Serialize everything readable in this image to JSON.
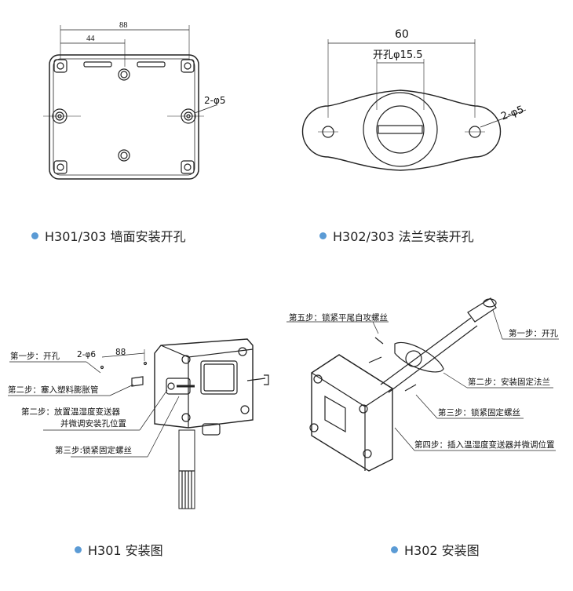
{
  "wall_drawing": {
    "dim_outer": "88",
    "dim_half": "44",
    "hole_label": "2-φ5",
    "caption": "H301/303 墙面安装开孔"
  },
  "flange_drawing": {
    "dim_outer": "60",
    "dim_inner": "开孔φ15.5",
    "hole_label": "2-φ5",
    "caption": "H302/303 法兰安装开孔"
  },
  "h301_install": {
    "step1": "第一步：开孔",
    "hole": "2-φ6",
    "spacing": "88",
    "step2a": "第二步：塞入塑料膨胀管",
    "step2b_line1": "第二步：放置温湿度变送器",
    "step2b_line2": "并微调安装孔位置",
    "step3": "第三步:锁紧固定螺丝",
    "caption": "H301 安装图"
  },
  "h302_install": {
    "step5": "第五步：锁紧平尾自攻螺丝",
    "step1": "第一步：开孔",
    "step2": "第二步：安装固定法兰",
    "step3": "第三步：锁紧固定螺丝",
    "step4": "第四步：插入温湿度变送器并微调位置",
    "caption": "H302 安装图"
  },
  "colors": {
    "bullet": "#5b9bd5"
  }
}
